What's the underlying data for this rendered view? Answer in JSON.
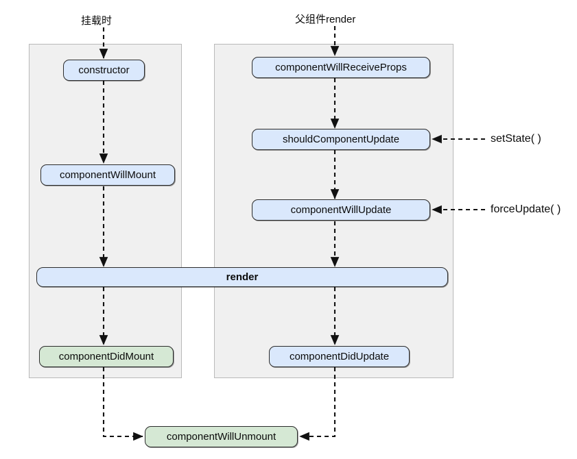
{
  "diagram": {
    "title_mounting": "挂载时",
    "title_parent_render": "父组件render",
    "colors": {
      "blue_fill": "#dae8fc",
      "green_fill": "#d5e8d4",
      "panel_fill": "#f0f0f0",
      "stroke": "#2b2b2b",
      "background": "#ffffff"
    }
  },
  "nodes": {
    "constructor": "constructor",
    "component_will_mount": "componentWillMount",
    "component_did_mount": "componentDidMount",
    "component_will_receive_props": "componentWillReceiveProps",
    "should_component_update": "shouldComponentUpdate",
    "component_will_update": "componentWillUpdate",
    "component_did_update": "componentDidUpdate",
    "render": "render",
    "component_will_unmount": "componentWillUnmount"
  },
  "triggers": {
    "set_state": "setState( )",
    "force_update": "forceUpdate( )"
  },
  "edges": [
    {
      "from": "挂载时",
      "to": "constructor"
    },
    {
      "from": "constructor",
      "to": "componentWillMount"
    },
    {
      "from": "componentWillMount",
      "to": "render"
    },
    {
      "from": "render",
      "to": "componentDidMount"
    },
    {
      "from": "componentDidMount",
      "to": "componentWillUnmount"
    },
    {
      "from": "父组件render",
      "to": "componentWillReceiveProps"
    },
    {
      "from": "componentWillReceiveProps",
      "to": "shouldComponentUpdate"
    },
    {
      "from": "shouldComponentUpdate",
      "to": "componentWillUpdate"
    },
    {
      "from": "componentWillUpdate",
      "to": "render"
    },
    {
      "from": "render",
      "to": "componentDidUpdate"
    },
    {
      "from": "componentDidUpdate",
      "to": "componentWillUnmount"
    },
    {
      "from": "setState( )",
      "to": "shouldComponentUpdate"
    },
    {
      "from": "forceUpdate( )",
      "to": "componentWillUpdate"
    }
  ]
}
